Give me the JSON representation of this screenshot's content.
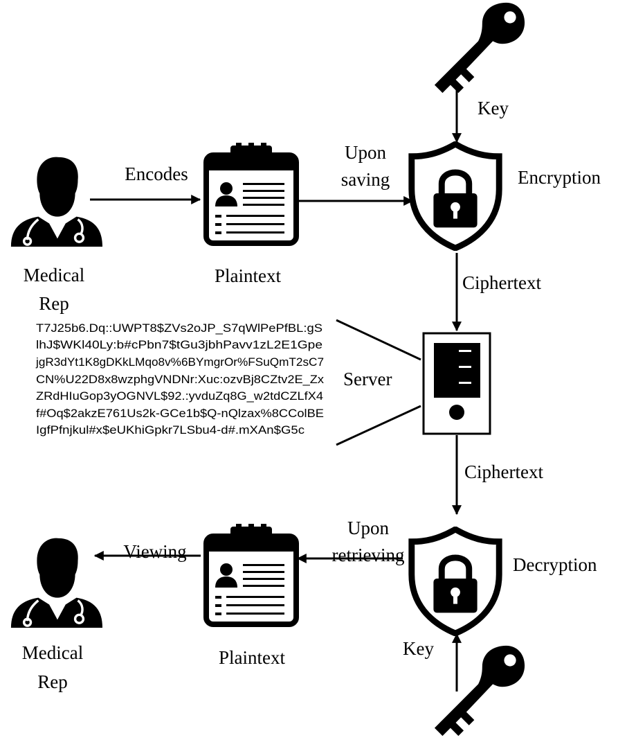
{
  "labels": {
    "medical_rep_top_line1": "Medical",
    "medical_rep_top_line2": "Rep",
    "encodes": "Encodes",
    "plaintext_top": "Plaintext",
    "upon_saving_line1": "Upon",
    "upon_saving_line2": "saving",
    "key_top": "Key",
    "encryption": "Encryption",
    "ciphertext_top": "Ciphertext",
    "server": "Server",
    "ciphertext_bottom": "Ciphertext",
    "upon_retrieving_line1": "Upon",
    "upon_retrieving_line2": "retrieving",
    "decryption": "Decryption",
    "viewing": "Viewing",
    "plaintext_bottom": "Plaintext",
    "key_bottom": "Key",
    "medical_rep_bottom_line1": "Medical",
    "medical_rep_bottom_line2": "Rep"
  },
  "ciphertext_sample": [
    "T7J25b6.Dq::UWPT8$ZVs2oJP_S7qWlPePfBL:gS",
    "lhJ$WKl40Ly:b#cPbn7$tGu3jbhPavv1zL2E1Gpe",
    "jgR3dYt1K8gDKkLMqo8v%6BYmgrOr%FSuQmT2sC7",
    "CN%U22D8x8wzphgVNDNr:Xuc:ozvBj8CZtv2E_Zx",
    "ZRdHIuGop3yOGNVL$92.:yvduZq8G_w2tdCZLfX4",
    "f#Oq$2akzE761Us2k-GCe1b$Q-nQlzax%8CColBE",
    "IgfPfnjkul#x$eUKhiGpkr7LSbu4-d#.mXAn$G5c"
  ],
  "colors": {
    "ink": "#000000",
    "background": "#ffffff"
  },
  "icons": {
    "person": "doctor-person-icon",
    "document": "clipboard-document-icon",
    "shield": "shield-lock-icon",
    "key": "key-icon",
    "server": "server-icon"
  }
}
